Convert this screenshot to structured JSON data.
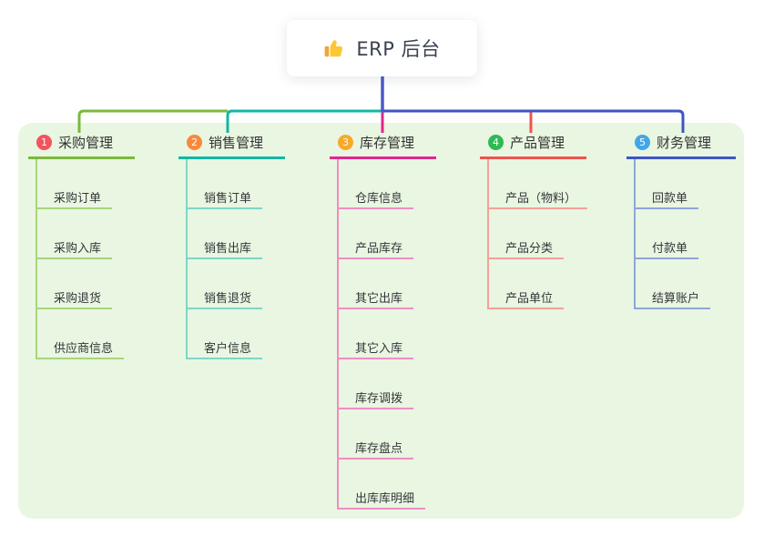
{
  "root": {
    "label": "ERP 后台",
    "icon": "thumbs-up-icon"
  },
  "panel": {
    "background": "#e9f6e1"
  },
  "connector": {
    "root_color": "#4d59c9"
  },
  "branches": [
    {
      "badge": "1",
      "label": "采购管理",
      "colors": {
        "line": "#7ab93c",
        "light": "#a9d47e",
        "badge": "#f4525f"
      },
      "children": [
        "采购订单",
        "采购入库",
        "采购退货",
        "供应商信息"
      ]
    },
    {
      "badge": "2",
      "label": "销售管理",
      "colors": {
        "line": "#12b7a4",
        "light": "#7ed6c6",
        "badge": "#f8893b"
      },
      "children": [
        "销售订单",
        "销售出库",
        "销售退货",
        "客户信息"
      ]
    },
    {
      "badge": "3",
      "label": "库存管理",
      "colors": {
        "line": "#e0268f",
        "light": "#f28cc4",
        "badge": "#f8a92b"
      },
      "children": [
        "仓库信息",
        "产品库存",
        "其它出库",
        "其它入库",
        "库存调拨",
        "库存盘点",
        "出库库明细"
      ]
    },
    {
      "badge": "4",
      "label": "产品管理",
      "colors": {
        "line": "#f0534e",
        "light": "#f7a09a",
        "badge": "#2eba52"
      },
      "children": [
        "产品（物料）",
        "产品分类",
        "产品单位"
      ]
    },
    {
      "badge": "5",
      "label": "财务管理",
      "colors": {
        "line": "#3e55c4",
        "light": "#8fa5dc",
        "badge": "#41a7e7"
      },
      "children": [
        "回款单",
        "付款单",
        "结算账户"
      ]
    }
  ]
}
